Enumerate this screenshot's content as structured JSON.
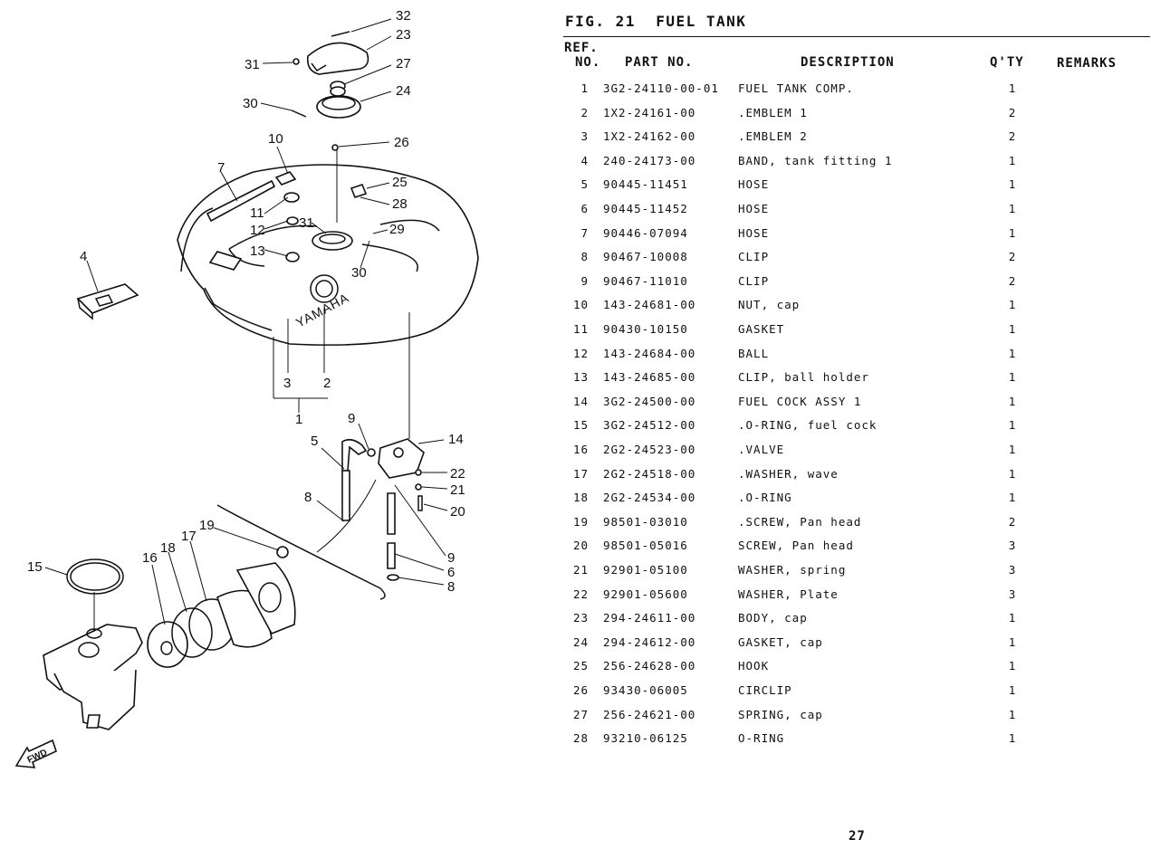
{
  "figure": {
    "title": "FIG. 21  FUEL TANK"
  },
  "table": {
    "headers": {
      "ref_line1": "REF.",
      "ref_line2": "NO.",
      "part_no": "PART NO.",
      "description": "DESCRIPTION",
      "qty": "Q'TY",
      "remarks": "REMARKS"
    },
    "rows": [
      {
        "ref": "1",
        "part": "3G2-24110-00-01",
        "desc": "FUEL TANK COMP.",
        "qty": "1"
      },
      {
        "ref": "2",
        "part": "1X2-24161-00",
        "desc": ".EMBLEM 1",
        "qty": "2"
      },
      {
        "ref": "3",
        "part": "1X2-24162-00",
        "desc": ".EMBLEM 2",
        "qty": "2"
      },
      {
        "ref": "4",
        "part": "240-24173-00",
        "desc": "BAND, tank fitting 1",
        "qty": "1"
      },
      {
        "ref": "5",
        "part": "90445-11451",
        "desc": "HOSE",
        "qty": "1"
      },
      {
        "ref": "6",
        "part": "90445-11452",
        "desc": "HOSE",
        "qty": "1"
      },
      {
        "ref": "7",
        "part": "90446-07094",
        "desc": "HOSE",
        "qty": "1"
      },
      {
        "ref": "8",
        "part": "90467-10008",
        "desc": "CLIP",
        "qty": "2"
      },
      {
        "ref": "9",
        "part": "90467-11010",
        "desc": "CLIP",
        "qty": "2"
      },
      {
        "ref": "10",
        "part": "143-24681-00",
        "desc": "NUT, cap",
        "qty": "1"
      },
      {
        "ref": "11",
        "part": "90430-10150",
        "desc": "GASKET",
        "qty": "1"
      },
      {
        "ref": "12",
        "part": "143-24684-00",
        "desc": "BALL",
        "qty": "1"
      },
      {
        "ref": "13",
        "part": "143-24685-00",
        "desc": "CLIP, ball holder",
        "qty": "1"
      },
      {
        "ref": "14",
        "part": "3G2-24500-00",
        "desc": "FUEL COCK ASSY 1",
        "qty": "1"
      },
      {
        "ref": "15",
        "part": "3G2-24512-00",
        "desc": ".O-RING, fuel cock",
        "qty": "1"
      },
      {
        "ref": "16",
        "part": "2G2-24523-00",
        "desc": ".VALVE",
        "qty": "1"
      },
      {
        "ref": "17",
        "part": "2G2-24518-00",
        "desc": ".WASHER, wave",
        "qty": "1"
      },
      {
        "ref": "18",
        "part": "2G2-24534-00",
        "desc": ".O-RING",
        "qty": "1"
      },
      {
        "ref": "19",
        "part": "98501-03010",
        "desc": ".SCREW, Pan head",
        "qty": "2"
      },
      {
        "ref": "20",
        "part": "98501-05016",
        "desc": "SCREW, Pan head",
        "qty": "3"
      },
      {
        "ref": "21",
        "part": "92901-05100",
        "desc": "WASHER, spring",
        "qty": "3"
      },
      {
        "ref": "22",
        "part": "92901-05600",
        "desc": "WASHER, Plate",
        "qty": "3"
      },
      {
        "ref": "23",
        "part": "294-24611-00",
        "desc": "BODY, cap",
        "qty": "1"
      },
      {
        "ref": "24",
        "part": "294-24612-00",
        "desc": "GASKET, cap",
        "qty": "1"
      },
      {
        "ref": "25",
        "part": "256-24628-00",
        "desc": "HOOK",
        "qty": "1"
      },
      {
        "ref": "26",
        "part": "93430-06005",
        "desc": "CIRCLIP",
        "qty": "1"
      },
      {
        "ref": "27",
        "part": "256-24621-00",
        "desc": "SPRING, cap",
        "qty": "1"
      },
      {
        "ref": "28",
        "part": "93210-06125",
        "desc": "O-RING",
        "qty": "1"
      }
    ]
  },
  "diagram": {
    "callouts": [
      "32",
      "23",
      "31",
      "27",
      "30",
      "24",
      "26",
      "10",
      "7",
      "25",
      "11",
      "28",
      "12",
      "31",
      "29",
      "13",
      "4",
      "30",
      "3",
      "2",
      "1",
      "9",
      "5",
      "14",
      "22",
      "21",
      "8",
      "20",
      "19",
      "15",
      "16",
      "18",
      "17",
      "9",
      "6",
      "8"
    ],
    "logo_text": "YAMAHA",
    "fwd_label": "FWD"
  },
  "page": {
    "number": "27"
  }
}
